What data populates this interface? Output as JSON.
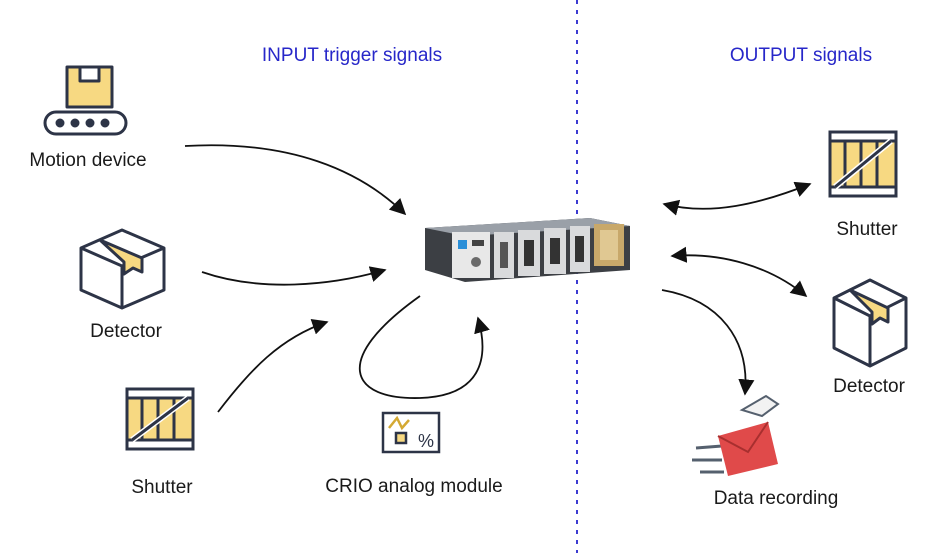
{
  "headers": {
    "input": "INPUT trigger signals",
    "output": "OUTPUT signals"
  },
  "inputs": {
    "motion_device": "Motion device",
    "detector": "Detector",
    "shutter": "Shutter",
    "crio_module": "CRIO analog module"
  },
  "outputs": {
    "shutter": "Shutter",
    "detector": "Detector",
    "data_recording": "Data recording"
  },
  "colors": {
    "header_text": "#2727c9",
    "divider": "#3b3bd1",
    "icon_outline": "#2d3447",
    "icon_fill": "#f7d982",
    "envelope": "#e04a4a",
    "controller_body": "#3c3f44"
  },
  "icons": {
    "motion_device": "conveyor-box-icon",
    "detector": "cardboard-box-icon",
    "shutter": "wooden-crate-icon",
    "crio_module": "analog-module-icon",
    "controller": "crio-controller-icon",
    "data_recording": "flying-envelope-icon"
  }
}
